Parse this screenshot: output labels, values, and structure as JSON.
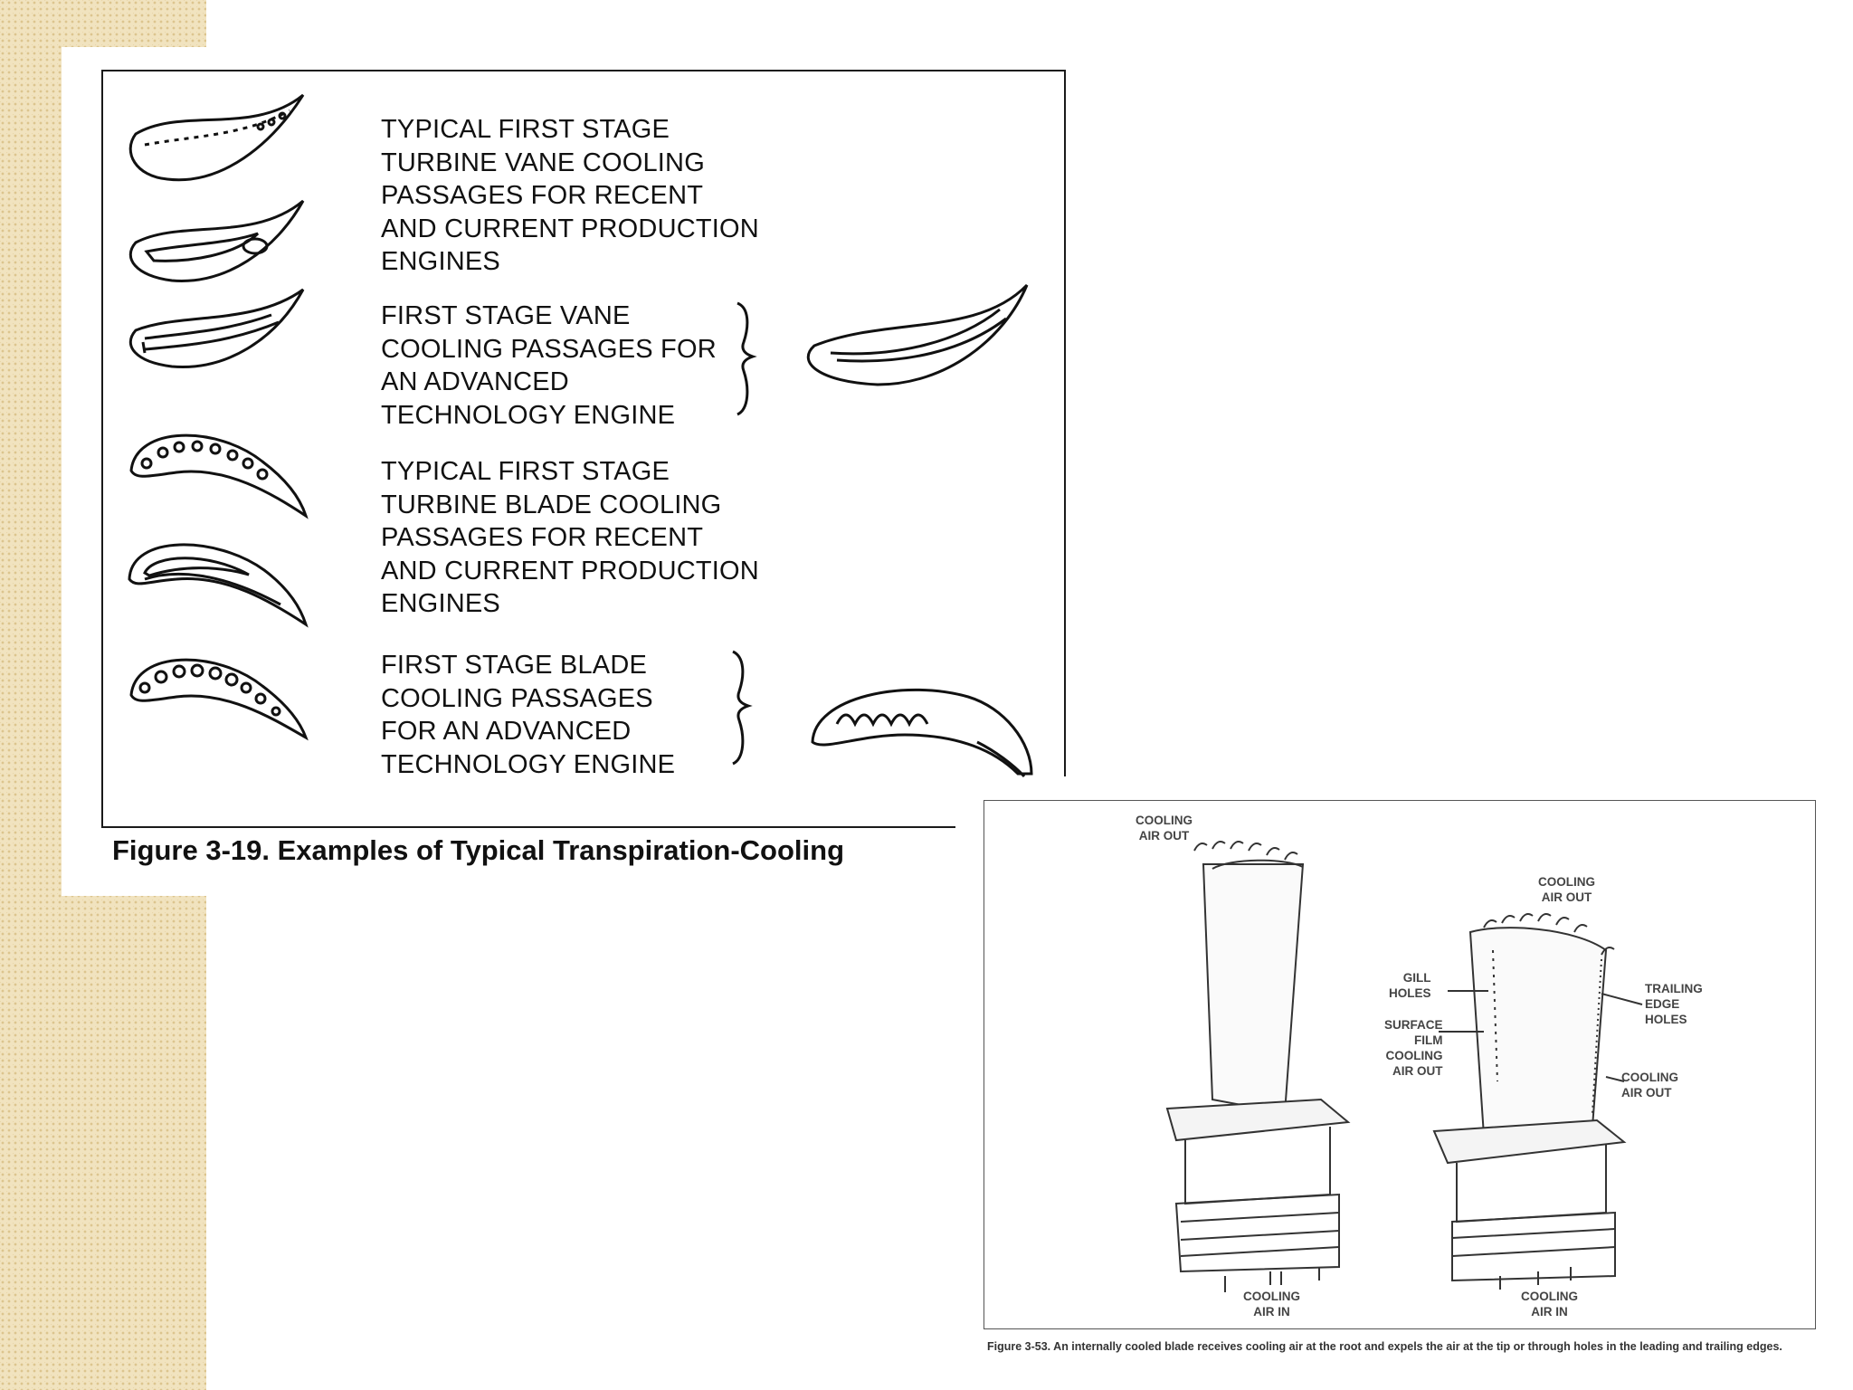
{
  "figure1": {
    "row1_text": "TYPICAL FIRST STAGE\nTURBINE VANE COOLING\nPASSAGES FOR RECENT\nAND CURRENT PRODUCTION\nENGINES",
    "row2_text": "FIRST STAGE VANE\nCOOLING PASSAGES FOR\nAN  ADVANCED\nTECHNOLOGY ENGINE",
    "row3_text": "TYPICAL FIRST STAGE\nTURBINE BLADE COOLING\nPASSAGES FOR RECENT\nAND CURRENT PRODUCTION\nENGINES",
    "row4_text": "FIRST STAGE BLADE\nCOOLING PASSAGES\nFOR AN ADVANCED\nTECHNOLOGY ENGINE",
    "caption": "Figure 3-19.  Examples of Typical Transpiration-Cooling"
  },
  "figure2": {
    "labels": {
      "cooling_air_out_left": "COOLING\nAIR OUT",
      "cooling_air_out_right_top": "COOLING\nAIR OUT",
      "gill_holes": "GILL\nHOLES",
      "surface_film": "SURFACE\nFILM\nCOOLING\nAIR OUT",
      "trailing_edge_holes": "TRAILING\nEDGE\nHOLES",
      "cooling_air_out_right_mid": "COOLING\nAIR OUT",
      "cooling_air_in_left": "COOLING\nAIR IN",
      "cooling_air_in_right": "COOLING\nAIR IN"
    },
    "caption": "Figure 3-53. An internally cooled blade receives cooling air at the root and expels the air at the tip or through holes in the leading and trailing edges."
  }
}
